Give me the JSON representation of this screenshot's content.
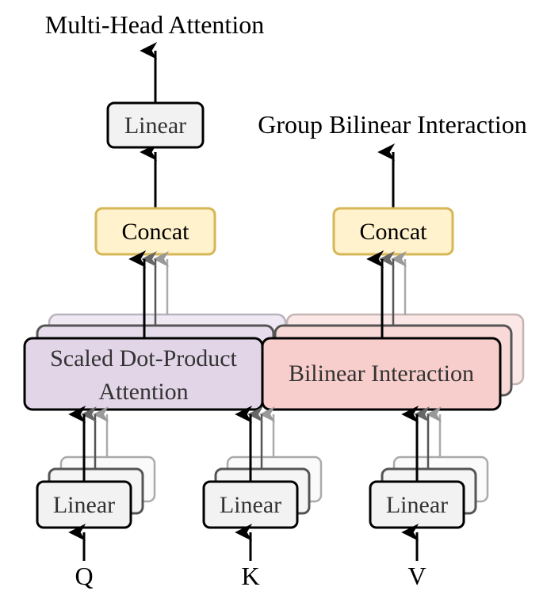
{
  "titles": {
    "multi_head": "Multi-Head Attention",
    "group_bilinear": "Group Bilinear Interaction"
  },
  "blocks": {
    "top_linear": "Linear",
    "concat_left": "Concat",
    "concat_right": "Concat",
    "scaled_dot_line1": "Scaled Dot-Product",
    "scaled_dot_line2": "Attention",
    "bilinear": "Bilinear Interaction",
    "linear_q": "Linear",
    "linear_k": "Linear",
    "linear_v": "Linear"
  },
  "inputs": {
    "q": "Q",
    "k": "K",
    "v": "V"
  },
  "colors": {
    "linear_fill": "#f2f2f2",
    "concat_fill": "#fff2cc",
    "concat_stroke": "#d6b656",
    "attention_fill": "#e1d5e7",
    "bilinear_fill": "#f8cecc",
    "stroke": "#000000",
    "text": "#333333"
  }
}
